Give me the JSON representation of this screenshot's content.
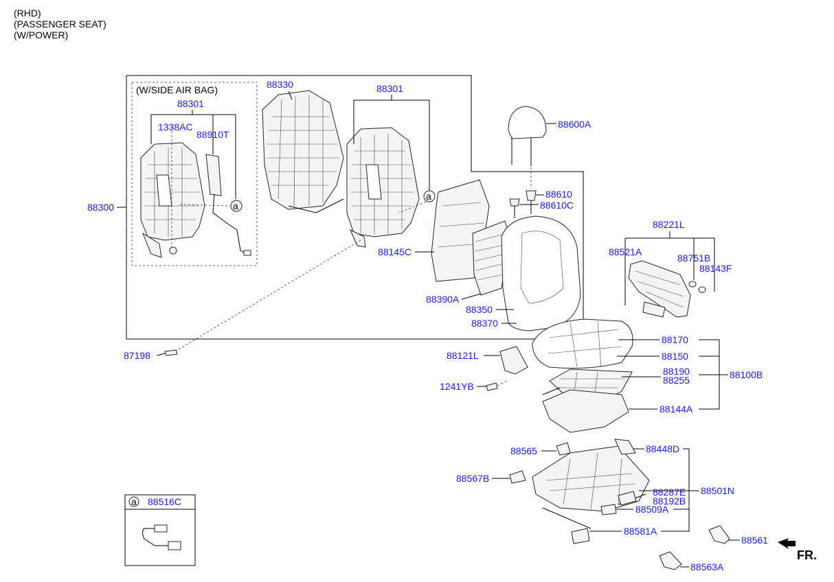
{
  "header": {
    "line1": "(RHD)",
    "line2": "(PASSENGER SEAT)",
    "line3": "(W/POWER)"
  },
  "airbag_box": {
    "title": "(W/SIDE AIR BAG)",
    "callout_a": "a"
  },
  "callout_a": "a",
  "inset": {
    "marker": "a",
    "part": "88516C"
  },
  "parts": {
    "p88300": "88300",
    "p88301_left": "88301",
    "p1338AC": "1338AC",
    "p88910T": "88910T",
    "p88330": "88330",
    "p88301_right": "88301",
    "p88600A": "88600A",
    "p88610": "88610",
    "p88610C": "88610C",
    "p88145C": "88145C",
    "p88390A": "88390A",
    "p88350": "88350",
    "p88370": "88370",
    "p88221L": "88221L",
    "p88521A": "88521A",
    "p88751B": "88751B",
    "p88143F": "88143F",
    "p87198": "87198",
    "p88121L": "88121L",
    "p1241YB": "1241YB",
    "p88170": "88170",
    "p88150": "88150",
    "p88190": "88190",
    "p88255": "88255",
    "p88100B": "88100B",
    "p88144A": "88144A",
    "p88565": "88565",
    "p88448D": "88448D",
    "p88567B": "88567B",
    "p88287E": "88287E",
    "p88192B": "88192B",
    "p88501N": "88501N",
    "p88509A": "88509A",
    "p88581A": "88581A",
    "p88561": "88561",
    "p88563A": "88563A"
  },
  "direction": {
    "label": "FR.",
    "arrow_icon": "front-arrow-icon"
  }
}
